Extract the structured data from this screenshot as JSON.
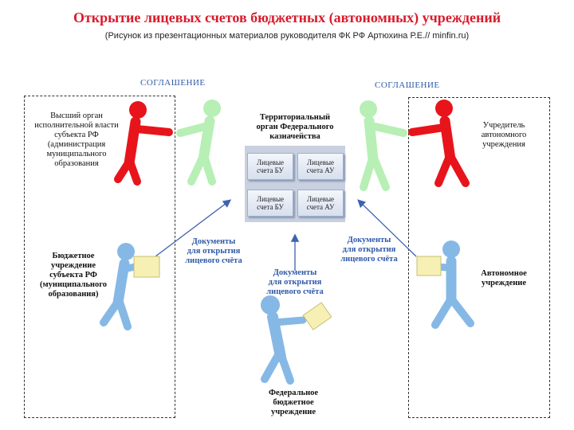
{
  "header": {
    "title": "Открытие лицевых счетов бюджетных (автономных) учреждений",
    "subtitle": "(Рисунок из презентационных материалов руководителя ФК РФ Артюхина Р.Е.// minfin.ru)"
  },
  "agreement_left": "СОГЛАШЕНИЕ",
  "agreement_right": "СОГЛАШЕНИЕ",
  "left_panel": {
    "top_label": "Высший орган\nисполнительной власти\nсубъекта РФ\n(администрация\nмуниципального\nобразования",
    "bottom_label": "Бюджетное\nучреждение\nсубъекта РФ\n(муниципального\nобразования)"
  },
  "right_panel": {
    "top_label": "Учредитель\nавтономного\nучреждения",
    "bottom_label": "Автономное\nучреждение"
  },
  "treasury": {
    "label": "Территориальный\nорган Федерального\nказначейства",
    "tiles": [
      "Лицевые\nсчета БУ",
      "Лицевые\nсчета АУ",
      "Лицевые\nсчета БУ",
      "Лицевые\nсчета АУ"
    ]
  },
  "documents": {
    "left": "Документы\nдля открытия\nлицевого счёта",
    "center": "Документы\nдля открытия\nлицевого счёта",
    "right": "Документы\nдля открытия\nлицевого счёта"
  },
  "federal_institution": "Федеральное\nбюджетное\nучреждение",
  "colors": {
    "title": "#d81b2b",
    "red_figure": "#e8141b",
    "green_figure": "#b7efb5",
    "blue_figure": "#86b8e6",
    "doc_text": "#2f5aa8",
    "document": "#f7f0b4"
  }
}
